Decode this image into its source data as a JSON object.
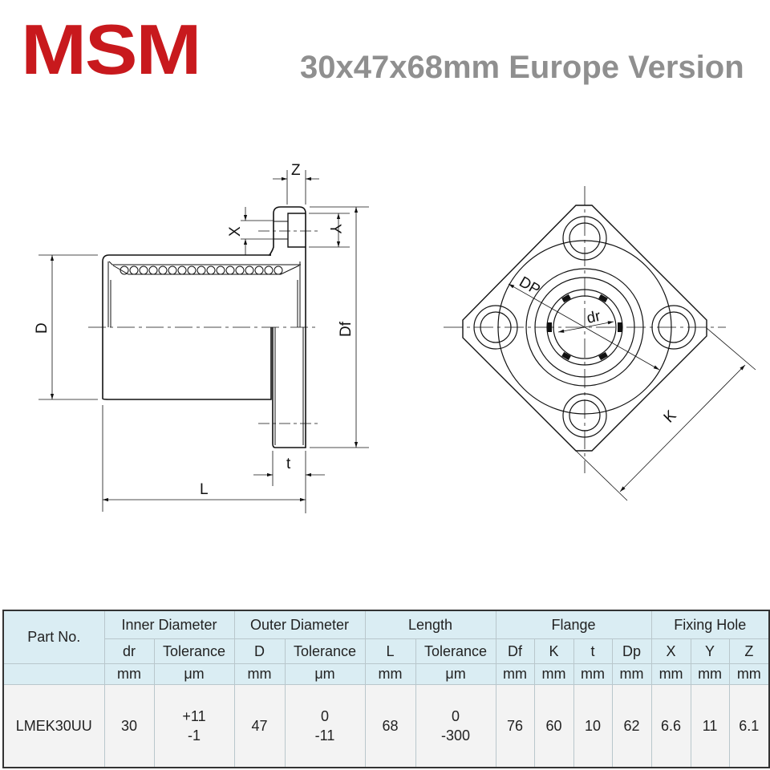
{
  "header": {
    "brand": "MSM",
    "title": "30x47x68mm Europe Version",
    "brand_color": "#c8191d",
    "title_color": "#8f8f8f"
  },
  "drawing": {
    "side_view_labels": {
      "Z": "Z",
      "X": "X",
      "Y": "Y",
      "D": "D",
      "Df": "Df",
      "t": "t",
      "L": "L"
    },
    "front_view_labels": {
      "DP": "DP",
      "dr": "dr",
      "K": "K"
    }
  },
  "table": {
    "part_no_header": "Part No.",
    "groups": [
      {
        "label": "Inner Diameter",
        "span": 2
      },
      {
        "label": "Outer Diameter",
        "span": 2
      },
      {
        "label": "Length",
        "span": 2
      },
      {
        "label": "Flange",
        "span": 4
      },
      {
        "label": "Fixing Hole",
        "span": 3
      }
    ],
    "symbols": [
      "dr",
      "Tolerance",
      "D",
      "Tolerance",
      "L",
      "Tolerance",
      "Df",
      "K",
      "t",
      "Dp",
      "X",
      "Y",
      "Z"
    ],
    "units": [
      "mm",
      "μm",
      "mm",
      "μm",
      "mm",
      "μm",
      "mm",
      "mm",
      "mm",
      "mm",
      "mm",
      "mm",
      "mm"
    ],
    "rows": [
      {
        "part_no": "LMEK30UU",
        "dr": "30",
        "dr_tol_upper": "+11",
        "dr_tol_lower": "-1",
        "D": "47",
        "D_tol_upper": "0",
        "D_tol_lower": "-11",
        "L": "68",
        "L_tol_upper": "0",
        "L_tol_lower": "-300",
        "Df": "76",
        "K": "60",
        "t": "10",
        "Dp": "62",
        "X": "6.6",
        "Y": "11",
        "Z": "6.1"
      }
    ],
    "colors": {
      "header_bg": "#daedf3",
      "group_text": "#7a3aa6",
      "value_bg": "#f3f3f3"
    }
  }
}
